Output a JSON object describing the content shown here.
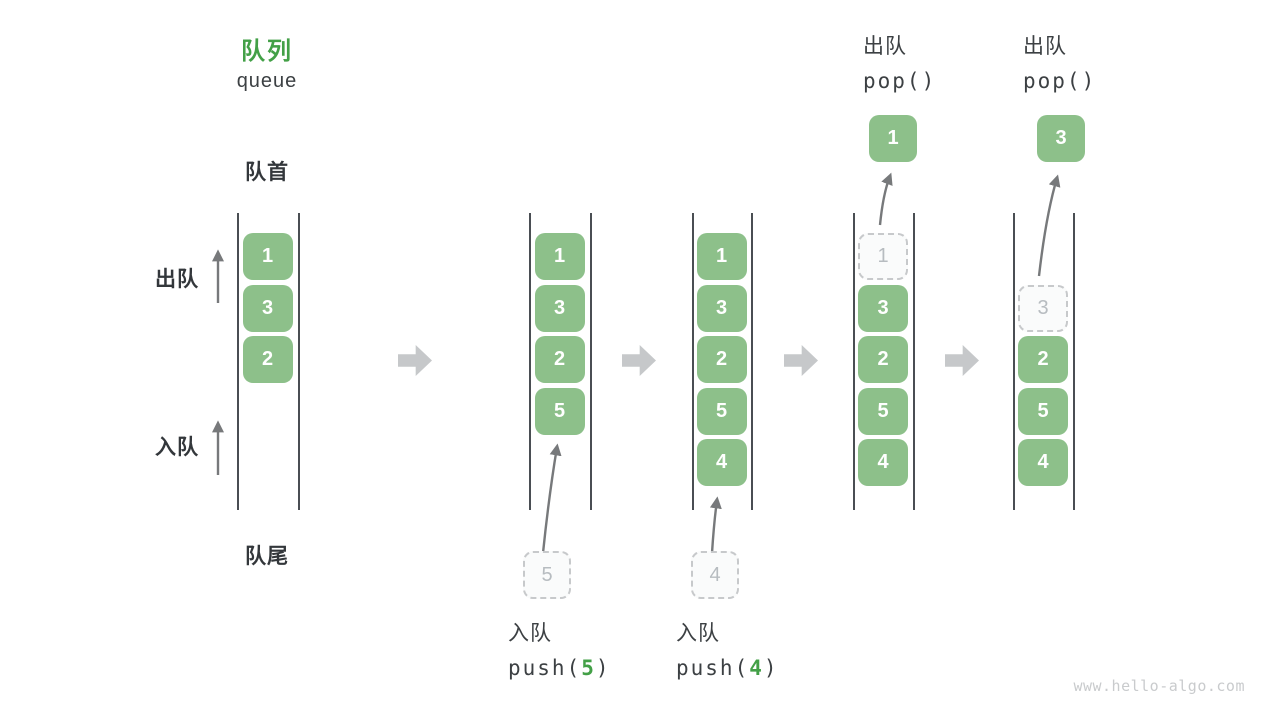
{
  "title": {
    "zh": "队列",
    "en": "queue"
  },
  "side_labels": {
    "front": "队首",
    "rear": "队尾",
    "dequeue": "出队",
    "enqueue": "入队"
  },
  "operations": {
    "push5": {
      "label": "入队",
      "code_prefix": "push(",
      "code_arg": "5",
      "code_suffix": ")"
    },
    "push4": {
      "label": "入队",
      "code_prefix": "push(",
      "code_arg": "4",
      "code_suffix": ")"
    },
    "pop1": {
      "label": "出队",
      "code": "pop()"
    },
    "pop2": {
      "label": "出队",
      "code": "pop()"
    }
  },
  "states": [
    {
      "cells": [
        {
          "slot": 0,
          "value": "1",
          "variant": "filled"
        },
        {
          "slot": 1,
          "value": "3",
          "variant": "filled"
        },
        {
          "slot": 2,
          "value": "2",
          "variant": "filled"
        }
      ]
    },
    {
      "cells": [
        {
          "slot": 0,
          "value": "1",
          "variant": "filled"
        },
        {
          "slot": 1,
          "value": "3",
          "variant": "filled"
        },
        {
          "slot": 2,
          "value": "2",
          "variant": "filled"
        },
        {
          "slot": 3,
          "value": "5",
          "variant": "filled"
        }
      ],
      "staging_value": "5"
    },
    {
      "cells": [
        {
          "slot": 0,
          "value": "1",
          "variant": "filled"
        },
        {
          "slot": 1,
          "value": "3",
          "variant": "filled"
        },
        {
          "slot": 2,
          "value": "2",
          "variant": "filled"
        },
        {
          "slot": 3,
          "value": "5",
          "variant": "filled"
        },
        {
          "slot": 4,
          "value": "4",
          "variant": "filled"
        }
      ],
      "staging_value": "4"
    },
    {
      "cells": [
        {
          "slot": 0,
          "value": "1",
          "variant": "dashed"
        },
        {
          "slot": 1,
          "value": "3",
          "variant": "filled"
        },
        {
          "slot": 2,
          "value": "2",
          "variant": "filled"
        },
        {
          "slot": 3,
          "value": "5",
          "variant": "filled"
        },
        {
          "slot": 4,
          "value": "4",
          "variant": "filled"
        }
      ],
      "popped_value": "1"
    },
    {
      "cells": [
        {
          "slot": 1,
          "value": "3",
          "variant": "dashed"
        },
        {
          "slot": 2,
          "value": "2",
          "variant": "filled"
        },
        {
          "slot": 3,
          "value": "5",
          "variant": "filled"
        },
        {
          "slot": 4,
          "value": "4",
          "variant": "filled"
        }
      ],
      "popped_value": "3"
    }
  ],
  "footer": "www.hello-algo.com",
  "colors": {
    "title_green": "#43A047",
    "box_green": "#8DC08A",
    "code_arg_green": "#43A047"
  }
}
